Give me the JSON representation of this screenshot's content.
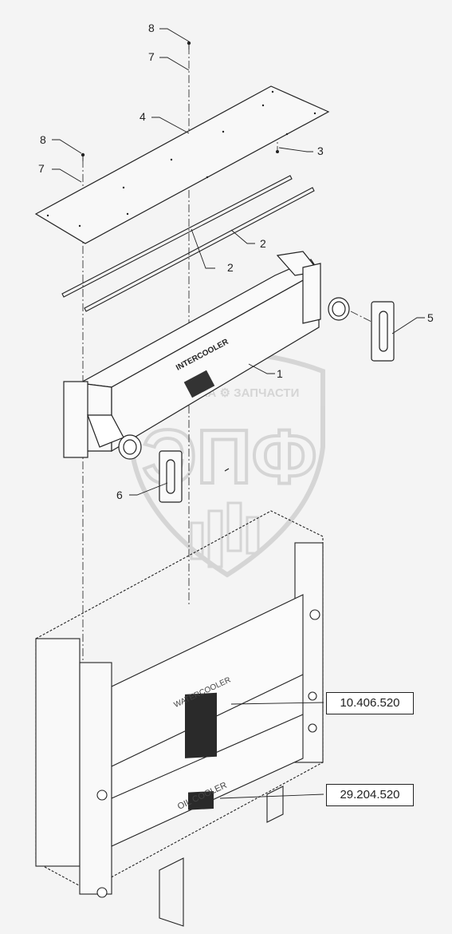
{
  "callouts": {
    "c8_top": "8",
    "c7_top": "7",
    "c4": "4",
    "c3": "3",
    "c8_left": "8",
    "c7_left": "7",
    "c2_right": "2",
    "c2_left": "2",
    "c5": "5",
    "c1": "1",
    "c6": "6"
  },
  "parts": {
    "intercooler_label": "INTERCOOLER",
    "watercooler_label": "WATERCOOLER",
    "oilcooler_label": "OIL COOLER"
  },
  "references": {
    "watercooler_ref": "10.406.520",
    "oilcooler_ref": "29.204.520"
  },
  "watermark": {
    "company": "ТЕХНИКА ⚙ ЗАПЧАСТИ",
    "logo_text": "ЭПФ"
  },
  "colors": {
    "line": "#222222",
    "watermark": "#bdbdbd",
    "background": "#f4f4f4"
  }
}
